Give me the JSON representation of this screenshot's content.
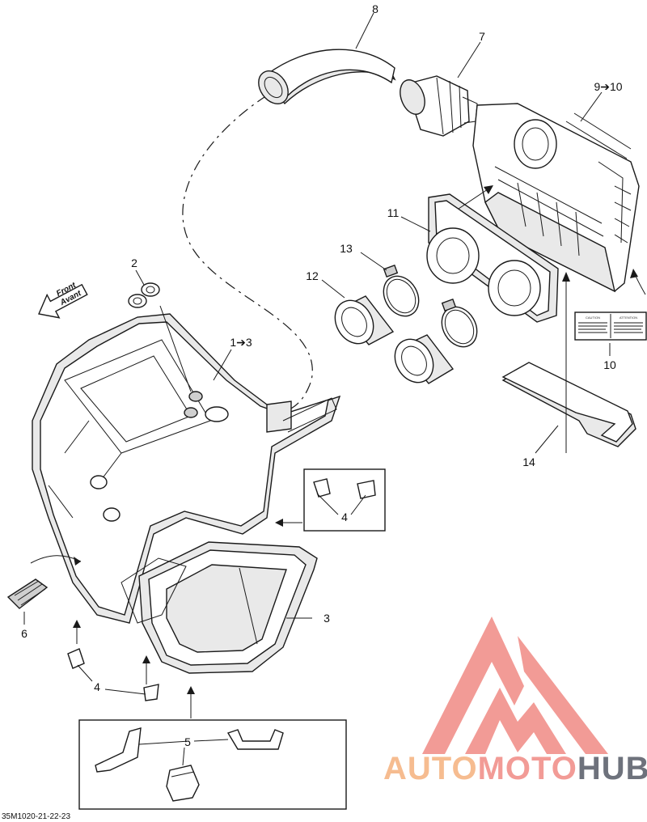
{
  "callouts": {
    "c1to3": "1➔3",
    "c2": "2",
    "c3": "3",
    "c4a": "4",
    "c4b": "4",
    "c5": "5",
    "c6": "6",
    "c7": "7",
    "c8": "8",
    "c9to10": "9➔10",
    "c10": "10",
    "c11": "11",
    "c12": "12",
    "c13": "13",
    "c14": "14"
  },
  "front_arrow": {
    "line1": "Front",
    "line2": "Avant"
  },
  "decal": {
    "left_heading": "CAUTION",
    "right_heading": "ATTENTION"
  },
  "figure_code": "35M1020-21-22-23",
  "watermark": {
    "part1": "AUTO",
    "part2": "MOTO",
    "part3": "HUB",
    "color1": "#f5b17d",
    "color2": "#f08a84",
    "color3": "#555a66",
    "logo_color": "#f08a84"
  }
}
